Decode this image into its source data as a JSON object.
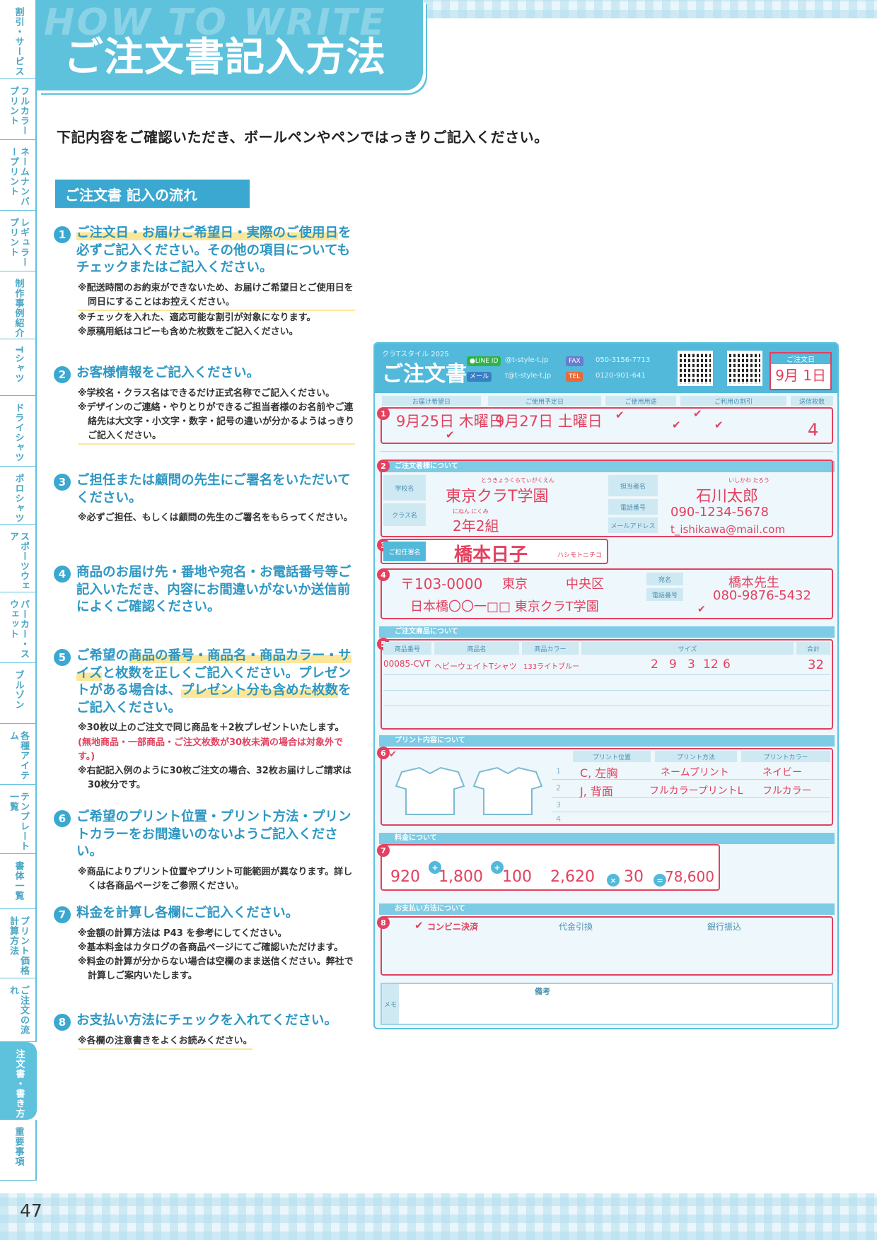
{
  "page_number": "47",
  "title_watermark": "HOW TO WRITE",
  "title": "ご注文書記入方法",
  "intro": "下記内容をご確認いただき、ボールペンやペンではっきりご記入ください。",
  "flow_heading": "ご注文書 記入の流れ",
  "side_nav": [
    "割引・サービス",
    "フルカラープリント",
    "ネームナンバープリント",
    "レギュラープリント",
    "制作事例紹介",
    "Tシャツ",
    "ドライシャツ",
    "ポロシャツ",
    "スポーツウェア",
    "パーカー・スウェット",
    "ブルゾン",
    "各種アイテム",
    "テンプレート一覧",
    "書体一覧",
    "プリント価格計算方法",
    "ご注文の流れ",
    "注文書・書き方",
    "重要事項"
  ],
  "steps": [
    {
      "num": "1",
      "text_hl": "ご注文日・お届けご希望日・実際のご使用日",
      "text_rest": "を必ずご記入ください。その他の項目についてもチェックまたはご記入ください。",
      "notes": [
        "※配送時間のお約束ができないため、お届けご希望日とご使用日を同日にすることはお控えください。",
        "※チェックを入れた、適応可能な割引が対象になります。",
        "※原稿用紙はコピーも含めた枚数をご記入ください。"
      ]
    },
    {
      "num": "2",
      "text": "お客様情報をご記入ください。",
      "notes": [
        "※学校名・クラス名はできるだけ正式名称でご記入ください。",
        "※デザインのご連絡・やりとりができるご担当者様のお名前やご連絡先は大文字・小文字・数字・記号の違いが分かるようはっきりご記入ください。"
      ]
    },
    {
      "num": "3",
      "text": "ご担任または顧問の先生にご署名をいただいてください。",
      "notes": [
        "※必ずご担任、もしくは顧問の先生のご署名をもらってください。"
      ]
    },
    {
      "num": "4",
      "text": "商品のお届け先・番地や宛名・お電話番号等ご記入いただき、内容にお間違いがないか送信前によくご確認ください。",
      "notes": []
    },
    {
      "num": "5",
      "text_pre": "ご希望の",
      "text_hl1": "商品の番号・商品名・商品カラー・サイズ",
      "text_mid": "と枚数を正しくご記入ください。プレゼントがある場合は、",
      "text_hl2": "プレゼント分も含めた枚数",
      "text_post": "をご記入ください。",
      "notes": [
        "※30枚以上のご注文で同じ商品を＋2枚プレゼントいたします。",
        "(無地商品・一部商品・ご注文枚数が30枚未満の場合は対象外です。)",
        "※右記記入例のように30枚ご注文の場合、32枚お届けしご請求は30枚分です。"
      ]
    },
    {
      "num": "6",
      "text": "ご希望のプリント位置・プリント方法・プリントカラーをお間違いのないようご記入ください。",
      "notes": [
        "※商品によりプリント位置やプリント可能範囲が異なります。詳しくは各商品ページをご参照ください。"
      ]
    },
    {
      "num": "7",
      "text": "料金を計算し各欄にご記入ください。",
      "notes": [
        "※金額の計算方法は P43 を参考にしてください。",
        "※基本料金はカタログの各商品ページにてご確認いただけます。",
        "※料金の計算が分からない場合は空欄のまま送信ください。弊社で計算しご案内いたします。"
      ]
    },
    {
      "num": "8",
      "text": "お支払い方法にチェックを入れてください。",
      "notes": [
        "※各欄の注意書きをよくお読みください。"
      ]
    }
  ],
  "form": {
    "brand": "クラTスタイル 2025",
    "title": "ご注文書",
    "line_label": "●LINE ID",
    "line_value": "@t-style-t.jp",
    "fax_label": "FAX",
    "fax_value": "050-3156-7713",
    "mail_label": "メール",
    "mail_value": "t@t-style-t.jp",
    "tel_label": "TEL",
    "tel_value": "0120-901-641",
    "order_date_label": "ご注文日",
    "order_date": "9月 1日",
    "sec_labels": {
      "delivery": "お届け希望日",
      "use": "ご使用予定日",
      "purpose": "ご使用用途",
      "discount": "ご利用の割引",
      "sheets": "送信枚数",
      "customer": "ご注文者様について",
      "products": "ご注文商品について",
      "print": "プリント内容について",
      "fee": "料金について",
      "payment": "お支払い方法について",
      "remarks": "備考"
    },
    "delivery_date": "9月25日 木曜日",
    "use_date": "9月27日 土曜日",
    "sheets": "4",
    "school_kana": "とうきょうくらてぃがくえん",
    "school": "東京クラT学園",
    "class_kana": "にねん にくみ",
    "class": "2年2組",
    "contact_kana": "いしかわ たろう",
    "contact": "石川太郎",
    "phone": "090-1234-5678",
    "email": "t_ishikawa@mail.com",
    "teacher": "橋本日子",
    "teacher_kana": "ハシモトニチコ",
    "postal": "〒103-0000",
    "pref": "東京",
    "city": "中央区",
    "address": "日本橋〇〇一□□ 東京クラT学園",
    "recipient": "橋本先生",
    "recipient_phone": "080-9876-5432",
    "product_no": "00085-CVT",
    "product_name": "ヘビーウェイトTシャツ",
    "product_color": "133ライトブルー",
    "sizes": [
      "2",
      "9",
      "3",
      "12",
      "6"
    ],
    "total_qty": "32",
    "print_rows": [
      {
        "no": "1",
        "pos": "C, 左胸",
        "method": "ネームプリント",
        "color": "ネイビー"
      },
      {
        "no": "2",
        "pos": "J, 背面",
        "method": "フルカラープリントL",
        "color": "フルカラー"
      },
      {
        "no": "3",
        "pos": "",
        "method": "",
        "color": ""
      },
      {
        "no": "4",
        "pos": "",
        "method": "",
        "color": ""
      }
    ],
    "print_headers": [
      "プリント位置",
      "プリント方法",
      "プリントカラー"
    ],
    "fees": [
      "920",
      "1,800",
      "100",
      "2,620",
      "30",
      "78,600"
    ],
    "fee_ops": [
      "+",
      "+",
      "",
      "×",
      "="
    ],
    "payment_opts": [
      "コンビニ決済",
      "代金引換",
      "銀行振込"
    ]
  },
  "colors": {
    "accent": "#5ec2dd",
    "heading": "#2e97c3",
    "highlight": "#fbe79a",
    "mark_red": "#e2415f"
  }
}
